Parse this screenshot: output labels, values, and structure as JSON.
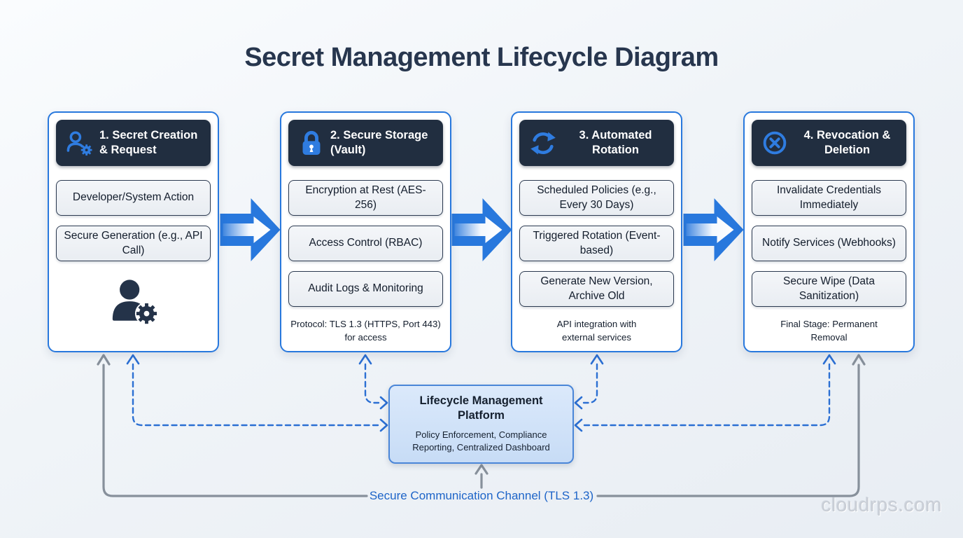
{
  "title": "Secret Management Lifecycle Diagram",
  "colors": {
    "accent_blue": "#2878dd",
    "icon_blue": "#2f7ce0",
    "header_dark": "#212e40",
    "item_border_dark": "#2c3a50",
    "connector_gray": "#87909b",
    "dashed_blue": "#2b6fd3",
    "platform_fill": "#cfe0f8",
    "channel_text_blue": "#1d64c8",
    "background": "#eef2f7"
  },
  "stages": [
    {
      "header": "1. Secret Creation & Request",
      "icon": "user-gear-icon",
      "items": [
        "Developer/System Action",
        "Secure Generation (e.g., API Call)"
      ],
      "body_icon": "user-settings-icon"
    },
    {
      "header": "2. Secure Storage (Vault)",
      "icon": "lock-icon",
      "items": [
        "Encryption at Rest (AES-256)",
        "Access Control (RBAC)",
        "Audit Logs & Monitoring"
      ],
      "footer": "Protocol: TLS 1.3 (HTTPS, Port 443) for access"
    },
    {
      "header": "3. Automated Rotation",
      "icon": "rotation-icon",
      "items": [
        "Scheduled Policies (e.g., Every 30 Days)",
        "Triggered Rotation (Event-based)",
        "Generate New Version, Archive Old"
      ],
      "footer": "API integration with external services"
    },
    {
      "header": "4. Revocation & Deletion",
      "icon": "revoke-icon",
      "items": [
        "Invalidate Credentials Immediately",
        "Notify Services (Webhooks)",
        "Secure Wipe (Data Sanitization)"
      ],
      "footer": "Final Stage: Permanent Removal"
    }
  ],
  "platform": {
    "title": "Lifecycle Management Platform",
    "subtitle": "Policy Enforcement, Compliance Reporting, Centralized Dashboard"
  },
  "channel_label": "Secure Communication Channel (TLS 1.3)",
  "watermark": "cloudrps.com"
}
